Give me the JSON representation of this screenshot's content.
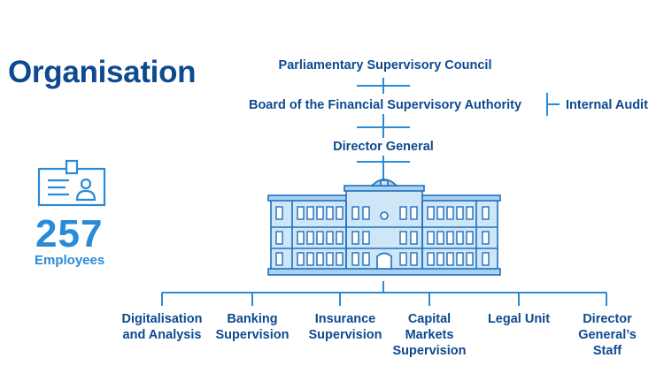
{
  "title": "Organisation",
  "stats": {
    "count": "257",
    "label": "Employees",
    "icon": "id-badge-icon"
  },
  "hierarchy": {
    "council": "Parliamentary Supervisory Council",
    "board": "Board of the Financial Supervisory Authority",
    "audit": "Internal Audit",
    "director": "Director General",
    "building_icon": "building-icon"
  },
  "departments": [
    "Digitalisation\nand Analysis",
    "Banking\nSupervision",
    "Insurance\nSupervision",
    "Capital\nMarkets\nSupervision",
    "Legal Unit",
    "Director\nGeneral’s\nStaff"
  ],
  "colors": {
    "navy": "#0d4a90",
    "accent": "#2b8ad6",
    "line": "#2b8ad6"
  }
}
